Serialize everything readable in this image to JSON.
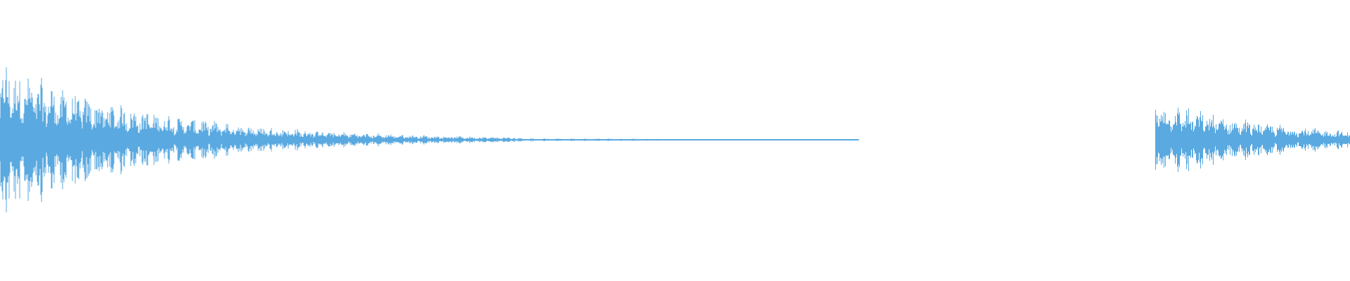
{
  "waveform": {
    "color": "#5aa9e0",
    "background": "#ffffff",
    "segments": [
      {
        "name": "segment-1",
        "start": 0.0,
        "end": 0.636,
        "peak_start": 0.62,
        "peak_end": 0.002
      },
      {
        "name": "segment-2",
        "start": 0.856,
        "end": 1.0,
        "peak_start": 0.32,
        "peak_end": 0.07
      }
    ]
  }
}
